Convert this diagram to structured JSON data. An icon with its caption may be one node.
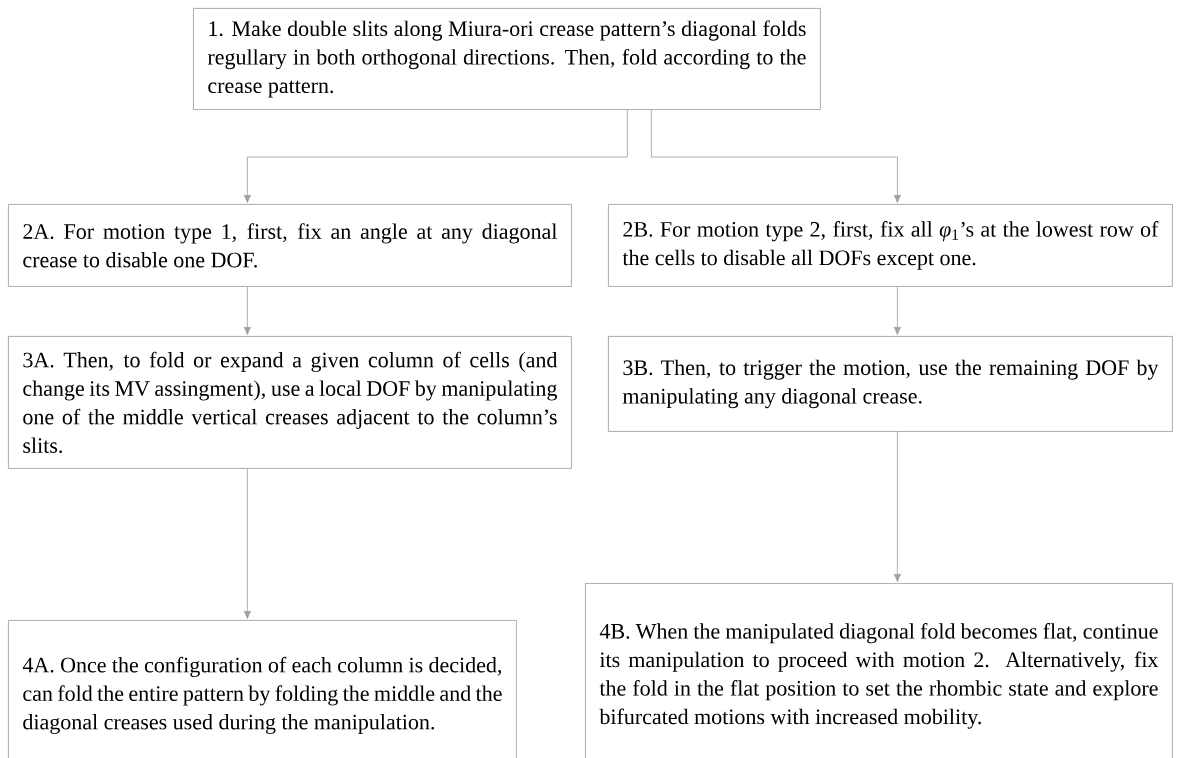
{
  "diagram": {
    "nodes": [
      {
        "text": [
          "1. Make double slits along Miura-ori crease pattern’s diagonal folds regullary in both orthogonal directions. Then, fold according to the crease pattern."
        ]
      },
      {
        "text": [
          "2A. For motion type 1, first, fix an angle at any diagonal crease to disable one DOF."
        ]
      },
      {
        "text": [
          "2B. For motion type 2, first, fix all *φ*$_{1}$’s at the lowest row of the cells to disable all DOFs except one."
        ]
      },
      {
        "text": [
          "3A. Then, to fold or expand a given column of cells (and change its MV assingment), use a local DOF by manipulating one of the middle vertical creases adjacent to the column’s slits."
        ]
      },
      {
        "text": [
          "3B. Then, to trigger the motion, use the remaining DOF by manipulating  any diagonal crease."
        ]
      },
      {
        "text": [
          "4A. Once the configuration of each column is decided, can fold the entire pattern by folding the middle and the diagonal creases used during the manipulation."
        ]
      },
      {
        "text": [
          "4B. When the manipulated diagonal fold becomes flat, continue its manipulation to proceed with motion 2. Alternatively, fix the fold in the flat position to set the rhombic state and explore bifurcated motions with increased mobility."
        ]
      }
    ],
    "edges": [
      {
        "from": 0,
        "to": 1,
        "arrow": "to"
      },
      {
        "from": 0,
        "to": 2,
        "arrow": "to"
      },
      {
        "from": 1,
        "to": 3,
        "arrow": "to"
      },
      {
        "from": 2,
        "to": 4,
        "arrow": "to"
      },
      {
        "from": 3,
        "to": 5,
        "arrow": "to"
      },
      {
        "from": 4,
        "to": 6,
        "arrow": "to"
      }
    ]
  }
}
